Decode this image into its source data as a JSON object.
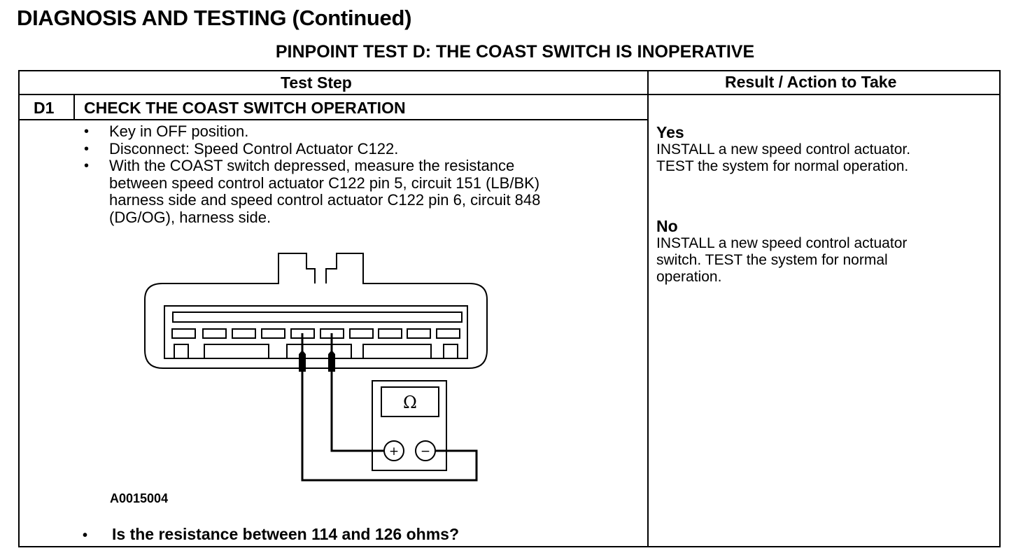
{
  "heading": "DIAGNOSIS AND TESTING (Continued)",
  "test_title": "PINPOINT TEST D: THE COAST SWITCH IS INOPERATIVE",
  "table": {
    "col_test_step": "Test Step",
    "col_result": "Result / Action to Take",
    "step": {
      "id": "D1",
      "title": "CHECK THE COAST SWITCH OPERATION",
      "instructions": [
        "Key in OFF position.",
        "Disconnect: Speed Control Actuator C122.",
        "With the COAST switch depressed, measure the resistance\nbetween speed control actuator C122 pin 5, circuit 151 (LB/BK)\nharness side and speed control actuator C122 pin 6, circuit 848\n(DG/OG), harness side."
      ],
      "figure_id": "A0015004",
      "meter_symbol": "Ω",
      "meter_plus": "+",
      "meter_minus": "−",
      "question": "Is the resistance between 114 and 126 ohms?"
    },
    "results": [
      {
        "label": "Yes",
        "action": "INSTALL a new speed control actuator.\nTEST the system for normal operation."
      },
      {
        "label": "No",
        "action": "INSTALL a new speed control actuator\nswitch. TEST the system for normal\noperation."
      }
    ]
  }
}
